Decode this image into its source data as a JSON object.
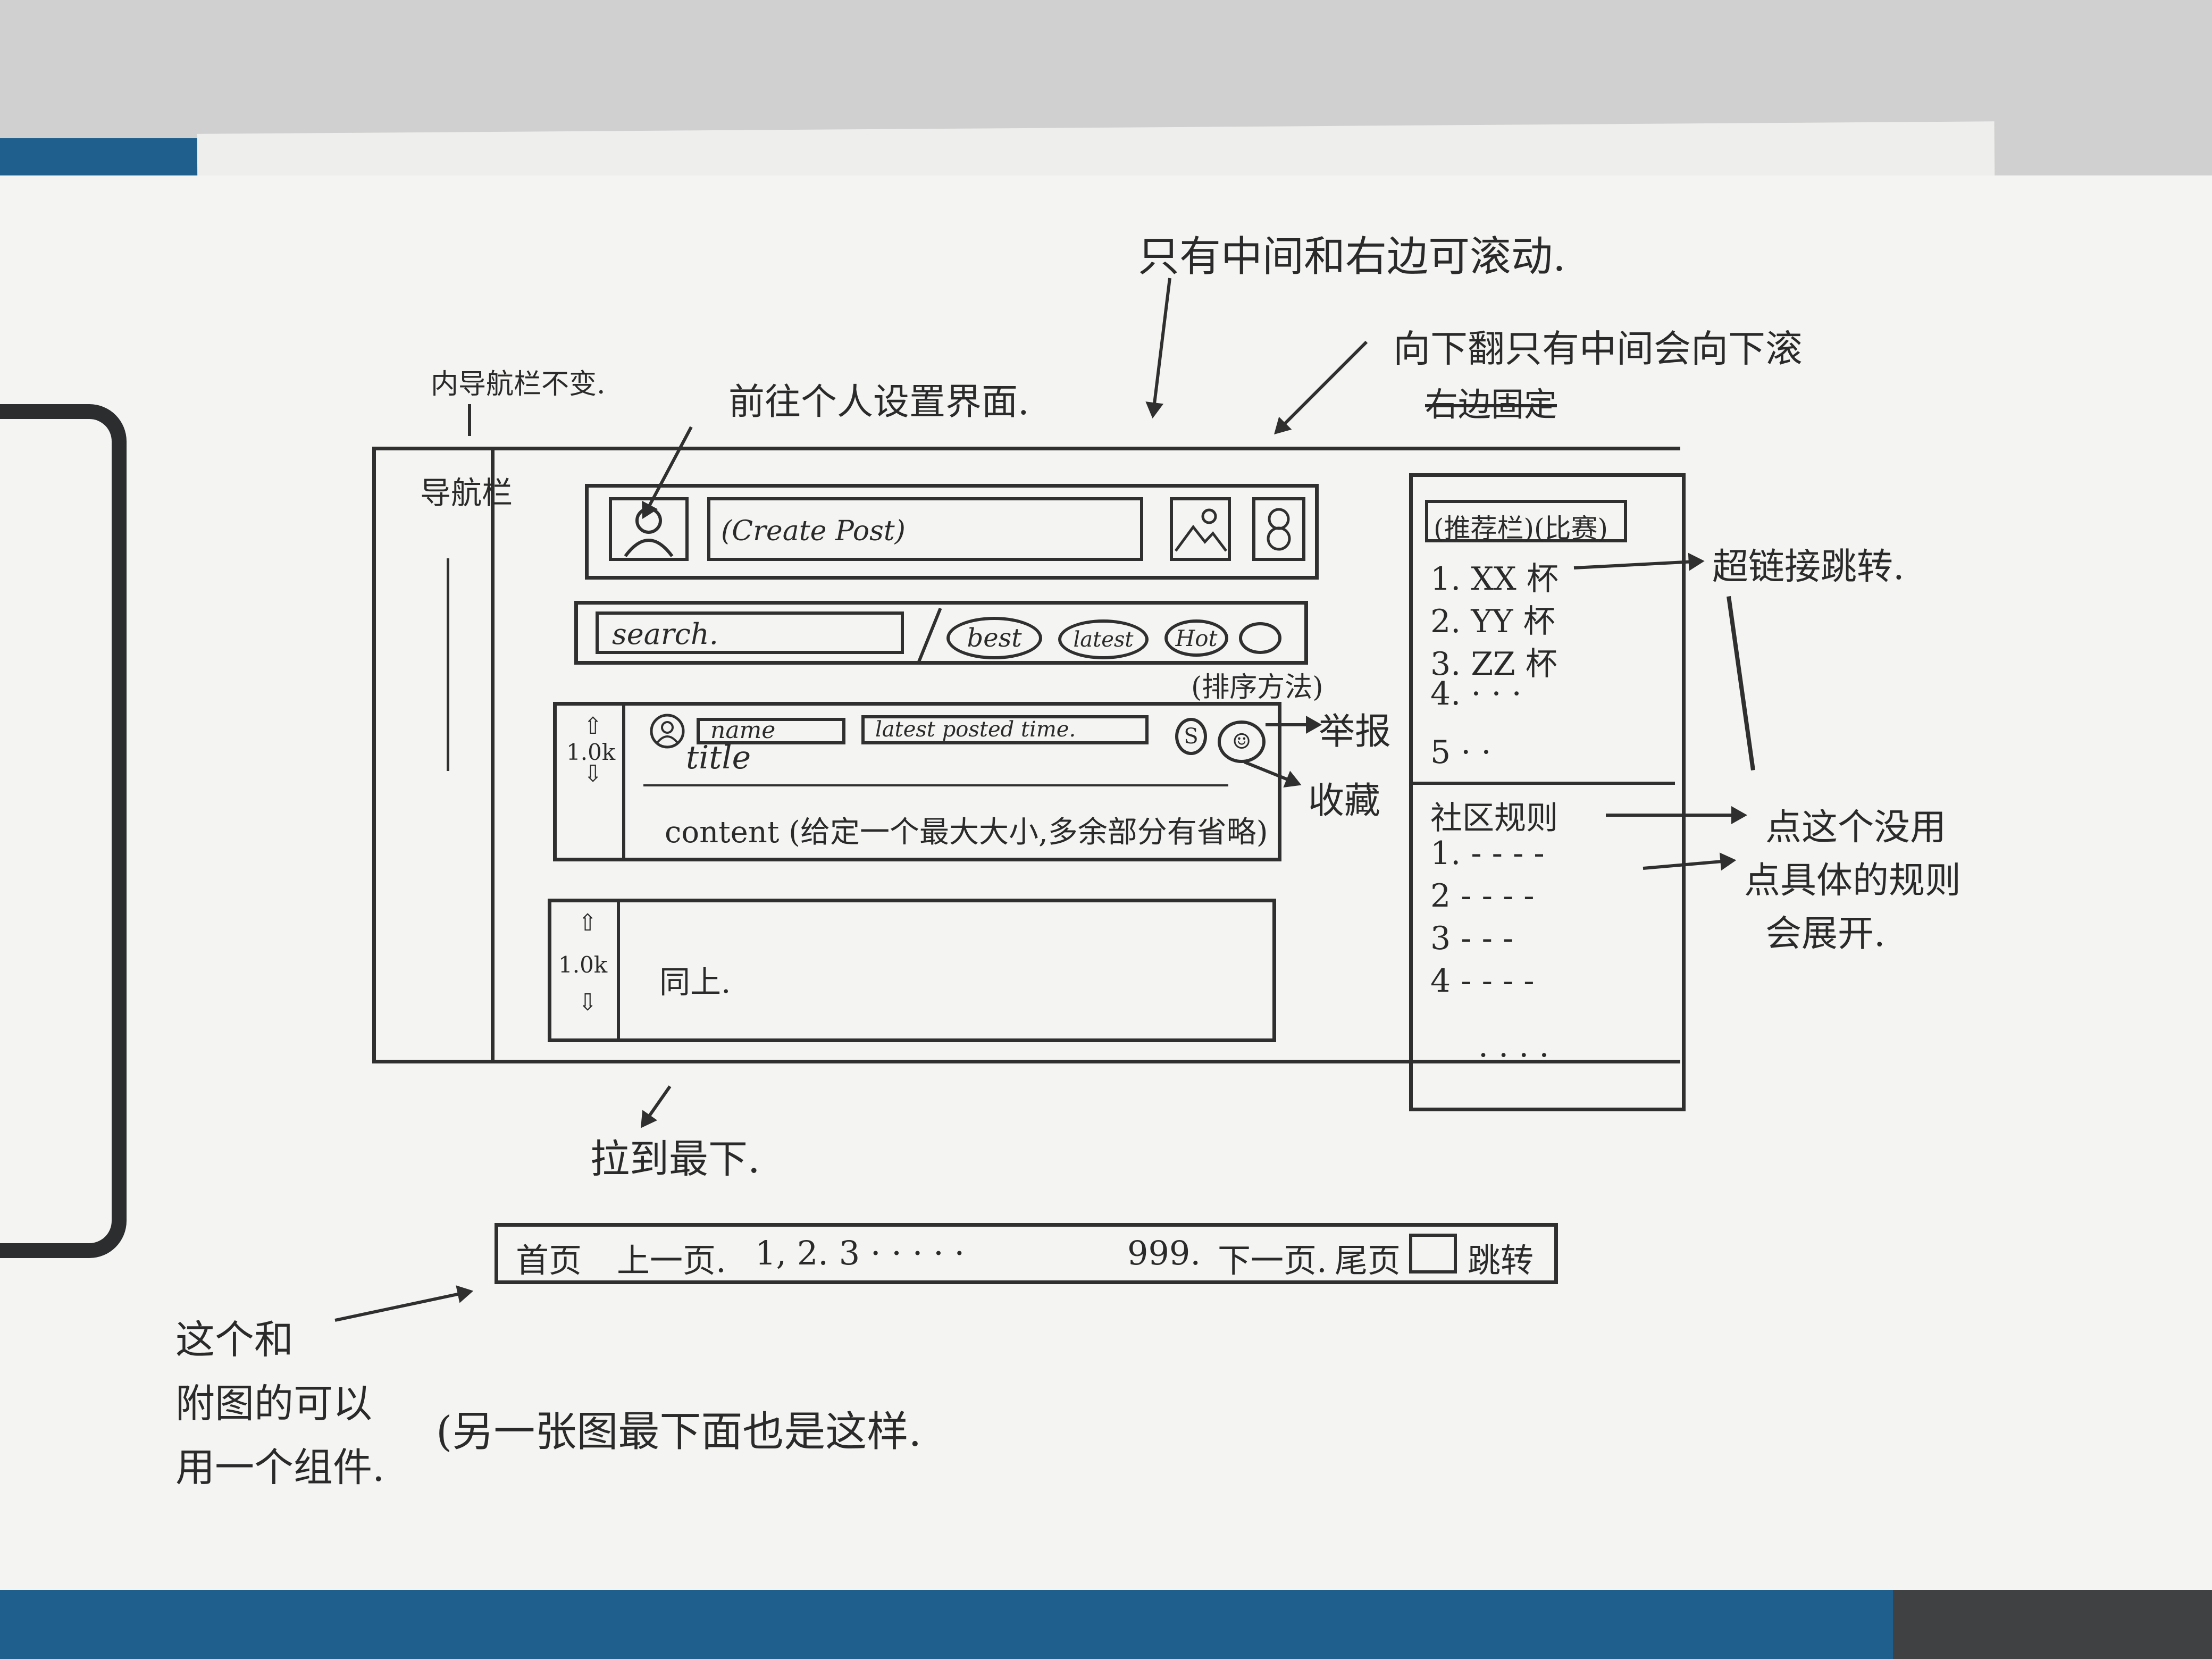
{
  "annotations": {
    "nav_fixed": "内导航栏不变.",
    "go_settings": "前往个人设置界面.",
    "only_middle_right_scroll": "只有中间和右边可滚动.",
    "scroll_down_note_line1": "向下翻只有中间会向下滚",
    "scroll_down_note_line2": "右边固定",
    "hyperlink_jump": "超链接跳转.",
    "report": "举报",
    "favorite": "收藏",
    "rules_click_line1": "点这个没用",
    "rules_click_line2": "点具体的规则",
    "rules_click_line3": "会展开.",
    "scroll_to_bottom": "拉到最下.",
    "same_component_line1": "这个和",
    "same_component_line2": "附图的可以",
    "same_component_line3": "用一个组件.",
    "other_page_same": "(另一张图最下面也是这样."
  },
  "nav": {
    "label": "导航栏"
  },
  "top_bar": {
    "create_post": "(Create Post)"
  },
  "filter_bar": {
    "search_placeholder": "search.",
    "sort_options": [
      "best",
      "latest",
      "Hot"
    ],
    "sort_note": "(排序方法)"
  },
  "post1": {
    "votes": "1.0k",
    "name": "name",
    "time": "latest posted time.",
    "title": "title",
    "content": "content (给定一个最大大小,多余部分有省略)"
  },
  "post2": {
    "votes": "1.0k",
    "content": "同上."
  },
  "sidebar": {
    "ranking_title": "(推荐栏)(比赛)",
    "ranking_items": [
      "1. XX 杯",
      "2. YY 杯",
      "3. ZZ 杯",
      "4. · · ·",
      "5 · ·"
    ],
    "rules_title": "社区规则",
    "rules_items": [
      "1. - - - -",
      "2 - - - -",
      "3 - - -",
      "4 - - - -",
      "· · · ·"
    ]
  },
  "pagination": {
    "first": "首页",
    "prev": "上一页.",
    "pages": "1, 2. 3 · · · · ·",
    "last_number": "999.",
    "next": "下一页.",
    "last": "尾页",
    "jump": "跳转"
  }
}
